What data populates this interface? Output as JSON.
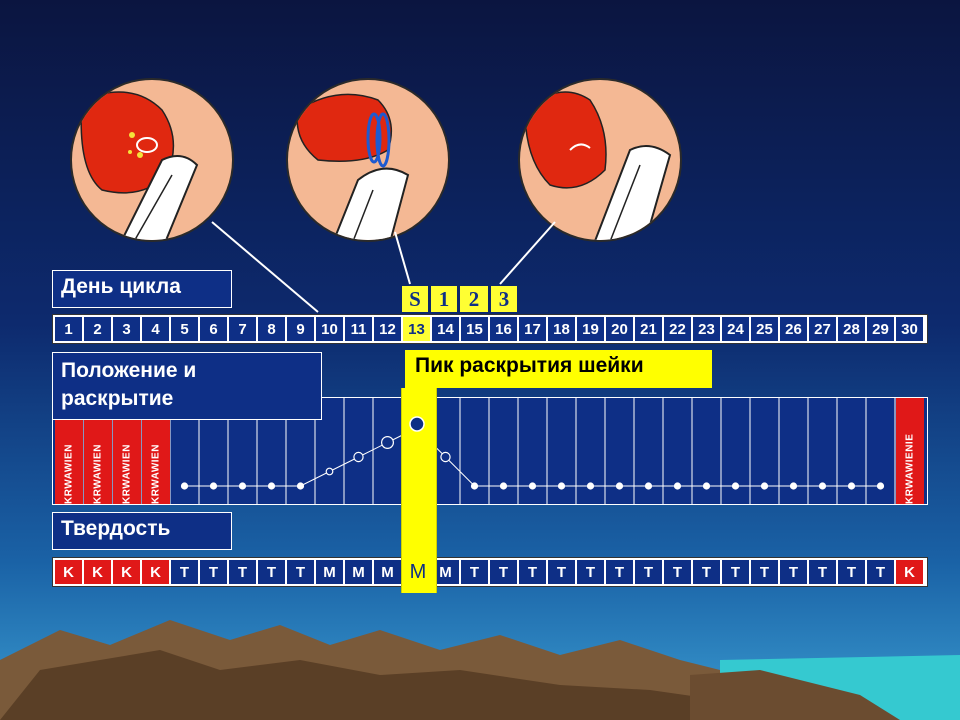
{
  "labels": {
    "day": "День цикла",
    "position_line1": "Положение и",
    "position_line2": "раскрытие",
    "peak": "Пик раскрытия шейки",
    "firmness": "Твердость"
  },
  "peak_days": [
    "S",
    "1",
    "2",
    "3"
  ],
  "days": [
    "1",
    "2",
    "3",
    "4",
    "5",
    "6",
    "7",
    "8",
    "9",
    "10",
    "11",
    "12",
    "13",
    "14",
    "15",
    "16",
    "17",
    "18",
    "19",
    "20",
    "21",
    "22",
    "23",
    "24",
    "25",
    "26",
    "27",
    "28",
    "29",
    "30"
  ],
  "firmness": [
    "K",
    "K",
    "K",
    "K",
    "T",
    "T",
    "T",
    "T",
    "T",
    "M",
    "M",
    "M",
    "M",
    "M",
    "T",
    "T",
    "T",
    "T",
    "T",
    "T",
    "T",
    "T",
    "T",
    "T",
    "T",
    "T",
    "T",
    "T",
    "T",
    "K"
  ],
  "bleeding_label": "KRWAWIENIE",
  "bleeding_label_short": "KRWAWIEN",
  "chart_data": {
    "type": "line",
    "x": [
      5,
      6,
      7,
      8,
      9,
      10,
      11,
      12,
      13,
      14,
      15,
      16,
      17,
      18,
      19,
      20,
      21,
      22,
      23,
      24,
      25,
      26,
      27,
      28,
      29
    ],
    "y": [
      0,
      0,
      0,
      0,
      0,
      1,
      2,
      3,
      4,
      2,
      0,
      0,
      0,
      0,
      0,
      0,
      0,
      0,
      0,
      0,
      0,
      0,
      0,
      0,
      0
    ],
    "bleeding_days": [
      1,
      2,
      3,
      4,
      30
    ],
    "peak_day": 13
  },
  "colors": {
    "blue": "#0e2f86",
    "red": "#e01818",
    "yellow": "#ffff33"
  }
}
